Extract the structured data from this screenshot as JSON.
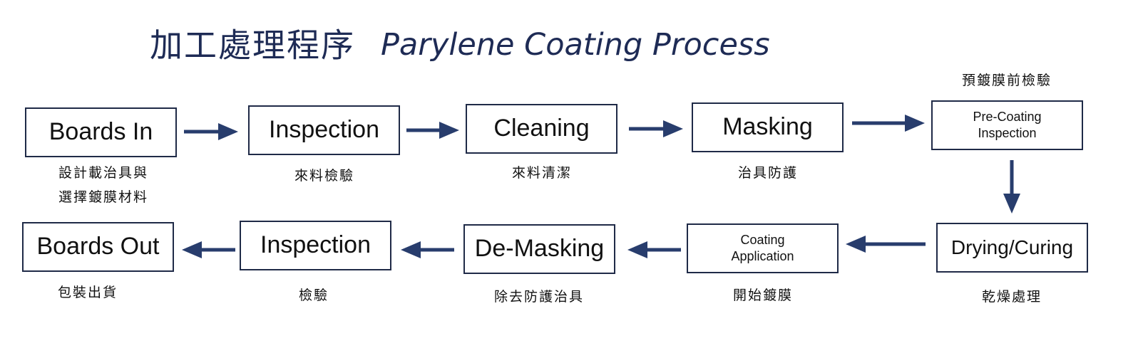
{
  "title": {
    "zh": "加工處理程序",
    "en": "Parylene Coating Process"
  },
  "colors": {
    "accent": "#283d6d",
    "box_border": "#1f2a47",
    "title": "#1e2b55"
  },
  "steps": [
    {
      "label": "Boards In",
      "caption": "設計載治具與\n選擇鍍膜材料"
    },
    {
      "label": "Inspection",
      "caption": "來料檢驗"
    },
    {
      "label": "Cleaning",
      "caption": "來料清潔"
    },
    {
      "label": "Masking",
      "caption": "治具防護"
    },
    {
      "label": "Pre-Coating\nInspection",
      "caption": "預鍍膜前檢驗"
    },
    {
      "label": "Drying/Curing",
      "caption": "乾燥處理"
    },
    {
      "label": "Coating\nApplication",
      "caption": "開始鍍膜"
    },
    {
      "label": "De-Masking",
      "caption": "除去防護治具"
    },
    {
      "label": "Inspection",
      "caption": "檢驗"
    },
    {
      "label": "Boards Out",
      "caption": "包裝出貨"
    }
  ]
}
